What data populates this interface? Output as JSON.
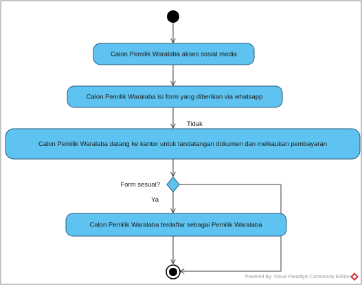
{
  "diagram": {
    "actions": {
      "akses_sosial_media": "Calon Pemilik Waralaba akses sosial media",
      "isi_form": "Calon Pemilik Waralaba isi form yang diberikan via whatsapp",
      "datang_ke_kantor": "Calon Pemilik Waralaba datang ke kantor untuk tandatangan dokumen dan melkaukan pembayaran",
      "terdaftar": "Calon Pemilik Waralaba terdaftar sebagai Pemilik Waralaba"
    },
    "decision": {
      "question": "Form sesuai?",
      "yes_label": "Ya",
      "no_label": "Tidak"
    },
    "watermark": "Powered By: Visual Paradigm Community Edition"
  },
  "colors": {
    "action_fill": "#5ec3f0",
    "action_stroke": "#2a5a7a",
    "line": "#3a3a3a",
    "node": "#000000",
    "frame": "#8a8a8a",
    "brand_logo": "#d0343a"
  }
}
